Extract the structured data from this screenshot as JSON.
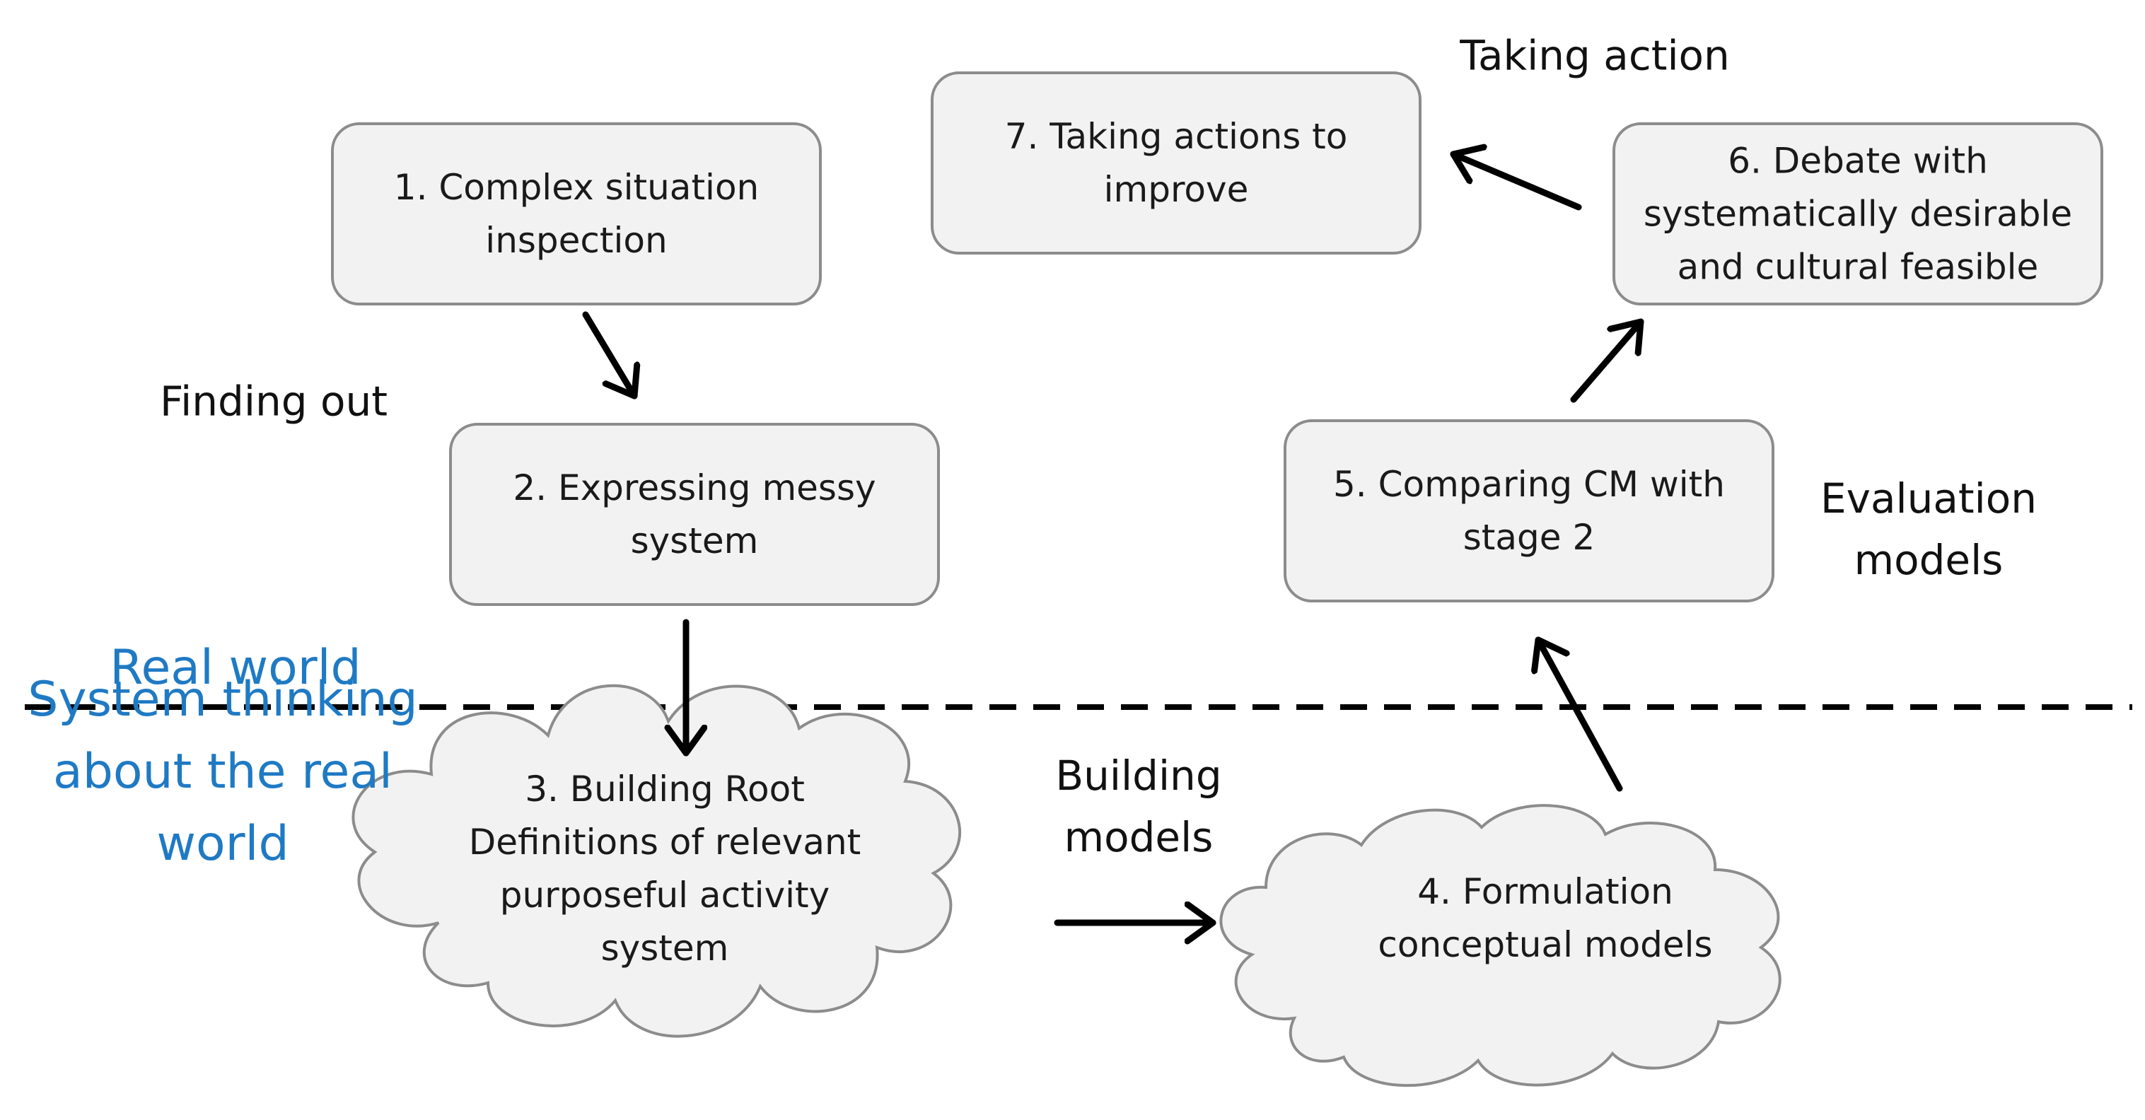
{
  "nodes": {
    "n1": [
      "1. Complex situation",
      "inspection"
    ],
    "n2": [
      "2. Expressing messy",
      "system"
    ],
    "n3": [
      "3. Building Root",
      "Definitions of relevant",
      "purposeful activity",
      "system"
    ],
    "n4": [
      "4. Formulation",
      "conceptual models"
    ],
    "n5": [
      "5. Comparing CM with",
      "stage 2"
    ],
    "n6": [
      "6. Debate with",
      "systematically desirable",
      "and cultural feasible"
    ],
    "n7": [
      "7. Taking actions to",
      "improve"
    ]
  },
  "labels": {
    "taking_action": [
      "Taking action"
    ],
    "finding_out": [
      "Finding out"
    ],
    "evaluation_models": [
      "Evaluation",
      "models"
    ],
    "building_models": [
      "Building",
      "models"
    ],
    "real_world": [
      "Real world"
    ],
    "system_thinking": [
      "System thinking",
      "about the real",
      "world"
    ]
  },
  "colors": {
    "box_fill": "#f2f2f2",
    "box_stroke": "#8c8c8c",
    "arrow": "#000000",
    "zone_label": "#1f7ac4"
  }
}
